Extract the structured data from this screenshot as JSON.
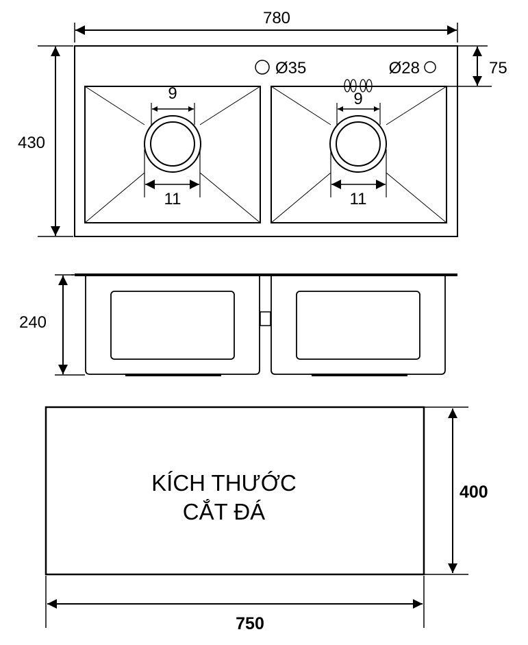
{
  "top_view": {
    "width_label": "780",
    "height_label": "430",
    "offset_label": "75",
    "left_hole_label": "Ø35",
    "right_hole_label": "Ø28",
    "left_bowl": {
      "drain_top_label": "9",
      "drain_bottom_label": "11"
    },
    "right_bowl": {
      "drain_top_label": "9",
      "drain_bottom_label": "11"
    }
  },
  "side_view": {
    "depth_label": "240"
  },
  "cutout_view": {
    "title_line1": "KÍCH THƯỚC",
    "title_line2": "CẮT ĐÁ",
    "width_label": "750",
    "height_label": "400"
  }
}
